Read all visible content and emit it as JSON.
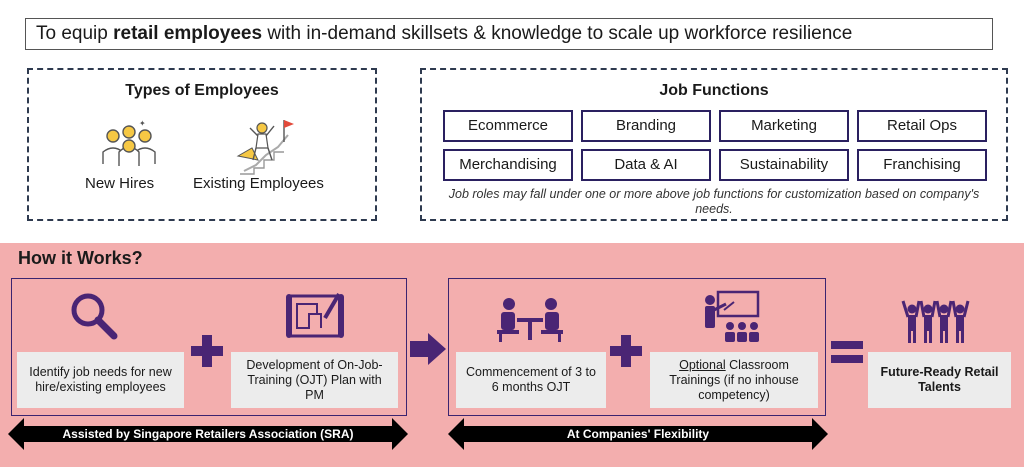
{
  "banner": {
    "prefix": "To equip ",
    "bold": "retail employees",
    "suffix": " with in-demand skillsets & knowledge to scale up workforce resilience"
  },
  "employees": {
    "title": "Types of Employees",
    "new_hires": "New Hires",
    "existing": "Existing Employees"
  },
  "jobs": {
    "title": "Job Functions",
    "items": [
      "Ecommerce",
      "Branding",
      "Marketing",
      "Retail Ops",
      "Merchandising",
      "Data & AI",
      "Sustainability",
      "Franchising"
    ],
    "note": "Job roles may fall under one or more above job functions for customization based on company's needs."
  },
  "how": {
    "title": "How it Works?",
    "step1": "Identify job needs for new hire/existing employees",
    "step2": "Development of On-Job-Training (OJT) Plan with PM",
    "step3": "Commencement of 3 to 6 months OJT",
    "step4_underlined": "Optional",
    "step4_rest": " Classroom Trainings (if no inhouse competency)",
    "result": "Future-Ready Retail Talents",
    "arrow1": "Assisted by Singapore Retailers Association (SRA)",
    "arrow2": "At Companies' Flexibility"
  },
  "colors": {
    "accent": "#4a2574",
    "pink": "#f3aeae",
    "frame": "#3b2470"
  }
}
